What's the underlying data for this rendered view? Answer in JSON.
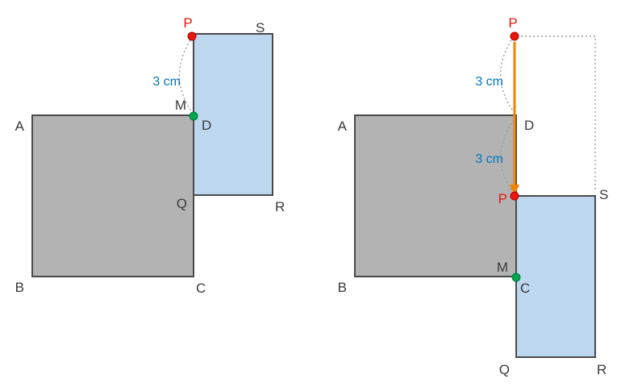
{
  "colors": {
    "square_fill": "#b3b3b3",
    "rect_fill": "#bdd8ee",
    "shape_stroke": "#4a4a4a",
    "red": "#e8160c",
    "red_edge": "#b00000",
    "green": "#00a64f",
    "green_edge": "#007a38",
    "measure_blue": "#0077be",
    "arrow_orange": "#f08300",
    "dotted": "#9a9a9a",
    "label": "#3a3a3a"
  },
  "left": {
    "labels": {
      "A": "A",
      "B": "B",
      "C": "C",
      "D": "D",
      "M": "M",
      "P": "P",
      "Q": "Q",
      "R": "R",
      "S": "S"
    },
    "measure": "3 cm"
  },
  "right": {
    "labels": {
      "A": "A",
      "B": "B",
      "C": "C",
      "D": "D",
      "M": "M",
      "P_top": "P",
      "P_bottom": "P",
      "Q": "Q",
      "R": "R",
      "S": "S"
    },
    "measure_top": "3 cm",
    "measure_bottom": "3 cm"
  }
}
